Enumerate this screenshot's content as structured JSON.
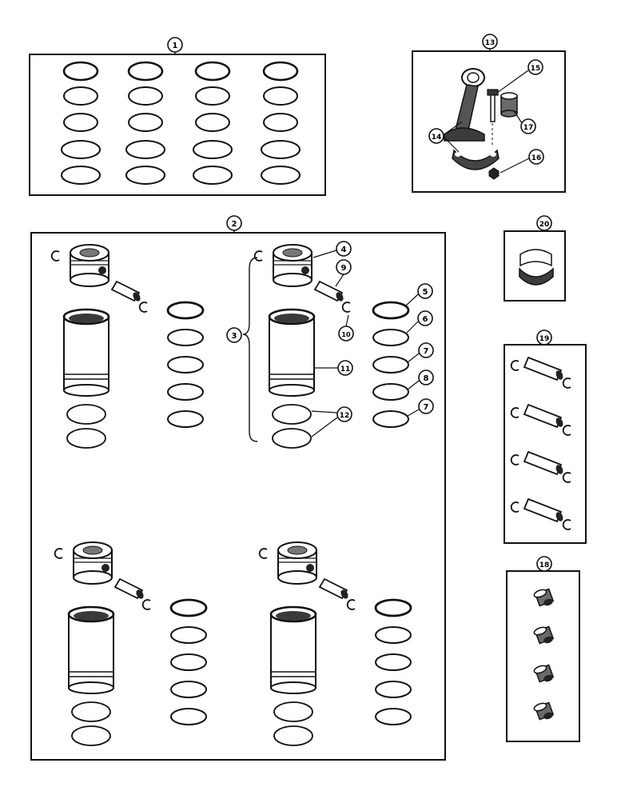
{
  "labels": {
    "l1": "1",
    "l2": "2",
    "l3": "3",
    "l4": "4",
    "l5": "5",
    "l6": "6",
    "l7a": "7",
    "l7b": "7",
    "l8": "8",
    "l9": "9",
    "l10": "10",
    "l11": "11",
    "l12": "12",
    "l13": "13",
    "l14": "14",
    "l15": "15",
    "l16": "16",
    "l17": "17",
    "l18": "18",
    "l19": "19",
    "l20": "20"
  },
  "colors": {
    "ink": "#111111",
    "paper": "#ffffff",
    "shade": "#6a6a6a"
  },
  "ring_set_layout": {
    "columns": 4,
    "rows": 5
  },
  "piston_kit_count": 4,
  "pin_set_count": 4,
  "bushing_count": 4
}
